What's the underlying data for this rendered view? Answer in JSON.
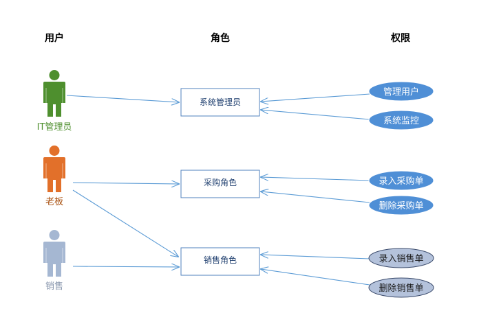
{
  "headers": {
    "users": "用户",
    "roles": "角色",
    "permissions": "权限"
  },
  "colors": {
    "line": "#5b9bd5",
    "role_border": "#4f81bd",
    "perm_blue": "#4f8fd6",
    "perm_gray": "#b4c2db"
  },
  "users": [
    {
      "label": "IT管理员",
      "color": "#4e8f2e",
      "label_color": "#4e8f2e"
    },
    {
      "label": "老板",
      "color": "#e2702a",
      "label_color": "#a8500f"
    },
    {
      "label": "销售",
      "color": "#a5b7d2",
      "label_color": "#8896ad"
    }
  ],
  "roles": [
    {
      "label": "系统管理员"
    },
    {
      "label": "采购角色"
    },
    {
      "label": "销售角色"
    }
  ],
  "permissions": [
    {
      "label": "管理用户",
      "style": "blue"
    },
    {
      "label": "系统监控",
      "style": "blue"
    },
    {
      "label": "录入采购单",
      "style": "blue"
    },
    {
      "label": "删除采购单",
      "style": "blue"
    },
    {
      "label": "录入销售单",
      "style": "gray"
    },
    {
      "label": "删除销售单",
      "style": "gray"
    }
  ],
  "user_role_links": [
    {
      "user": 0,
      "role": 0
    },
    {
      "user": 1,
      "role": 1
    },
    {
      "user": 1,
      "role": 2
    },
    {
      "user": 2,
      "role": 2
    }
  ],
  "permission_role_links": [
    {
      "permission": 0,
      "role": 0
    },
    {
      "permission": 1,
      "role": 0
    },
    {
      "permission": 2,
      "role": 1
    },
    {
      "permission": 3,
      "role": 1
    },
    {
      "permission": 4,
      "role": 2
    },
    {
      "permission": 5,
      "role": 2
    }
  ]
}
